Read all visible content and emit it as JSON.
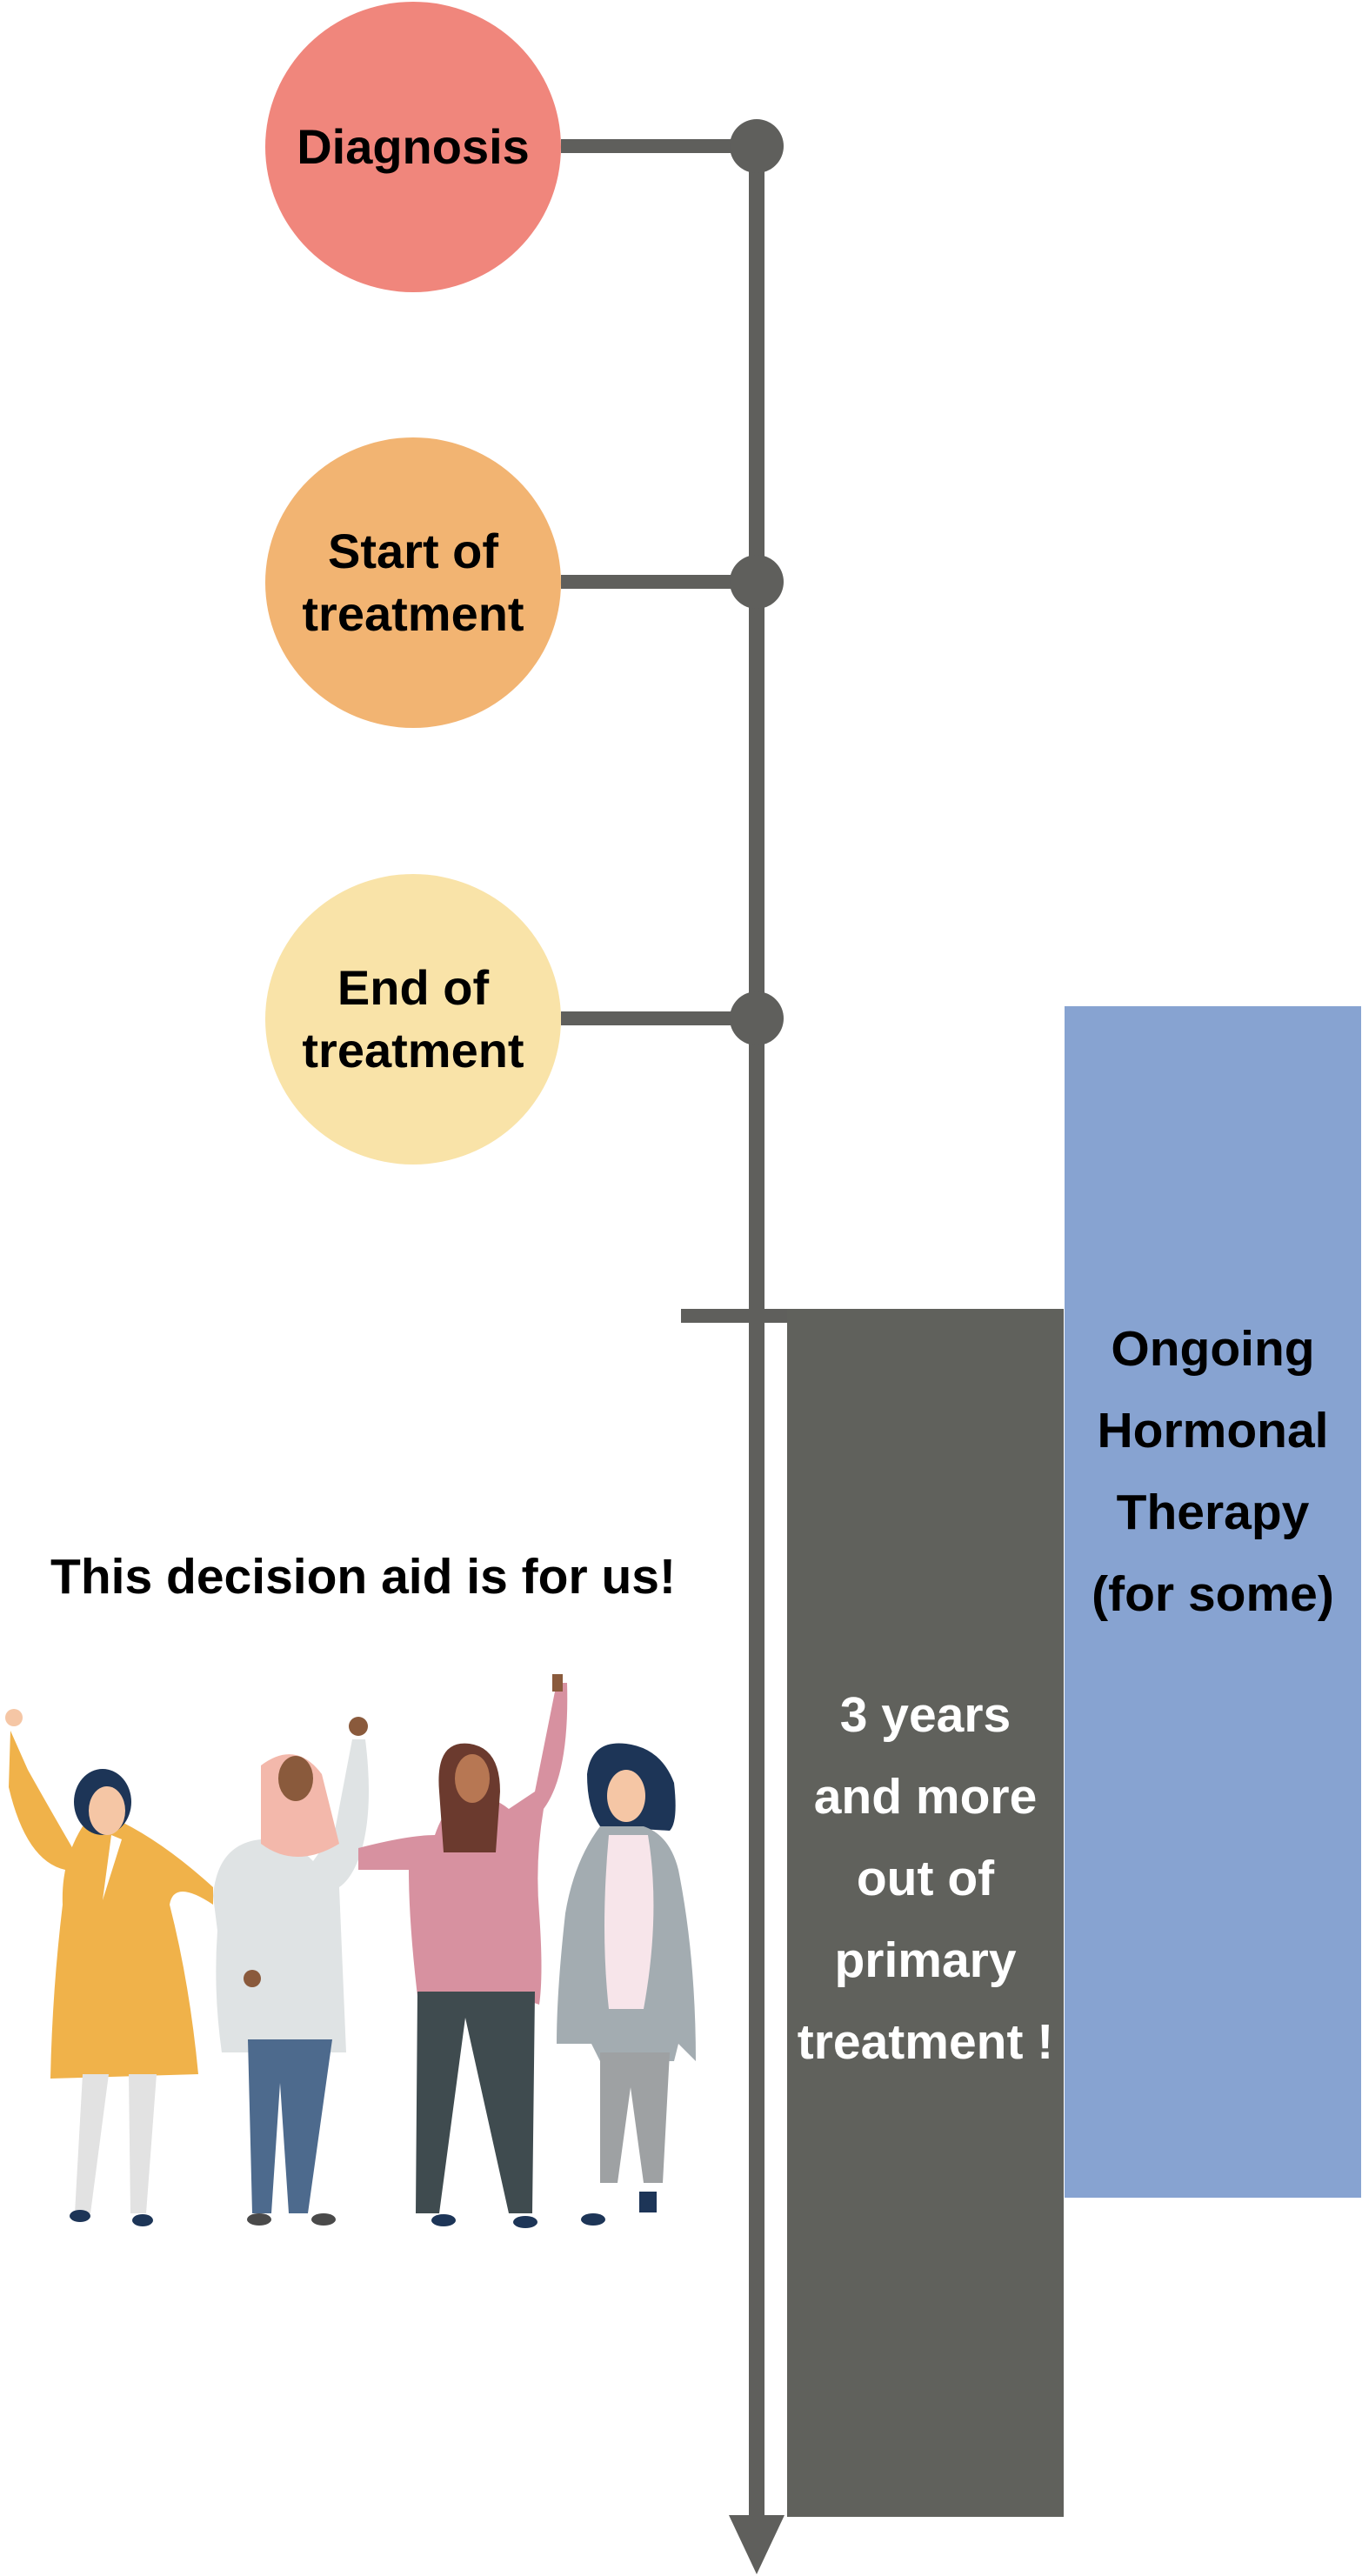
{
  "milestones": [
    {
      "label": "Diagnosis",
      "color": "#f0867c"
    },
    {
      "label": "Start of treatment",
      "color": "#f2b472"
    },
    {
      "label": "End of treatment",
      "color": "#f9e3a8"
    }
  ],
  "bands": {
    "primary": {
      "label": "3 years and more out of primary treatment !",
      "color": "#60615c"
    },
    "hormonal": {
      "label": "Ongoing Hormonal Therapy (for some)",
      "color": "#87a3d1"
    }
  },
  "timeline": {
    "color": "#5f5f5c"
  },
  "caption": "This decision aid is for us!",
  "illustration": {
    "figures": [
      "yellow-coat-woman",
      "hijab-woman",
      "pink-sweater-woman",
      "grey-coat-woman"
    ]
  }
}
